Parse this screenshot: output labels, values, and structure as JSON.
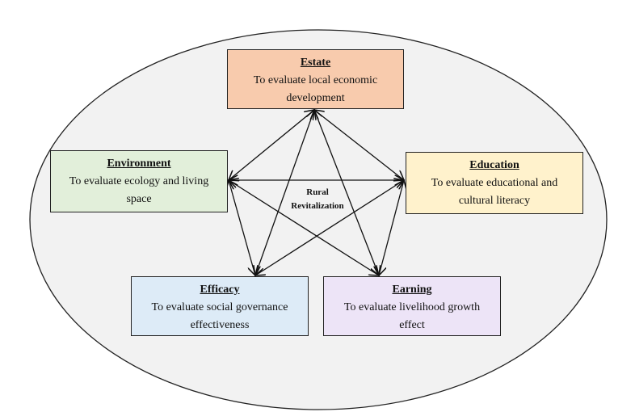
{
  "center_label": {
    "line1": "Rural",
    "line2": "Revitalization"
  },
  "nodes": {
    "estate": {
      "title": "Estate",
      "desc": "To evaluate local economic development",
      "color": "#f8cbad"
    },
    "environment": {
      "title": "Environment",
      "desc": "To evaluate ecology and living space",
      "color": "#e2efda"
    },
    "education": {
      "title": "Education",
      "desc": "To evaluate educational and cultural literacy",
      "color": "#fff2cc"
    },
    "efficacy": {
      "title": "Efficacy",
      "desc": "To evaluate social governance effectiveness",
      "color": "#ddebf7"
    },
    "earning": {
      "title": "Earning",
      "desc": "To evaluate livelihood growth effect",
      "color": "#ede4f7"
    }
  },
  "connections": [
    [
      "estate",
      "environment"
    ],
    [
      "estate",
      "education"
    ],
    [
      "estate",
      "efficacy"
    ],
    [
      "estate",
      "earning"
    ],
    [
      "environment",
      "education"
    ],
    [
      "environment",
      "efficacy"
    ],
    [
      "environment",
      "earning"
    ],
    [
      "education",
      "efficacy"
    ],
    [
      "education",
      "earning"
    ]
  ]
}
